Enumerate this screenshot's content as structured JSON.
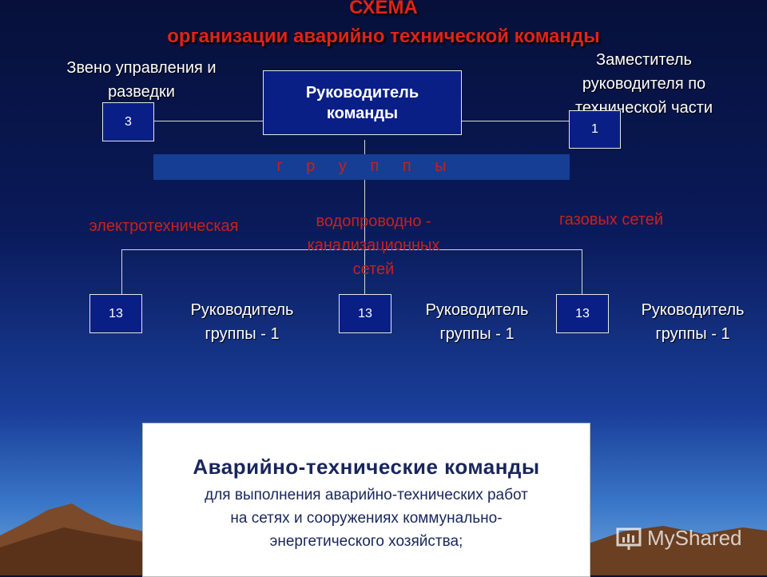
{
  "title": {
    "line1": "СХЕМА",
    "line2": "организации аварийно технической команды"
  },
  "leader": {
    "line1": "Руководитель",
    "line2": "команды"
  },
  "left_unit": {
    "label_line1": "Звено управления и",
    "label_line2": "разведки",
    "number": "3"
  },
  "right_unit": {
    "label_line1": "Заместитель",
    "label_line2": "руководителя по",
    "label_line3": "технической части",
    "number": "1"
  },
  "groups_bar": "г р у п п ы",
  "groups": [
    {
      "name_line1": "электротехническая",
      "name_line2": "",
      "name_line3": "",
      "number": "13",
      "leader_line1": "Руководитель",
      "leader_line2": "группы - 1"
    },
    {
      "name_line1": "водопроводно -",
      "name_line2": "канализационных",
      "name_line3": "сетей",
      "number": "13",
      "leader_line1": "Руководитель",
      "leader_line2": "группы - 1"
    },
    {
      "name_line1": "газовых сетей",
      "name_line2": "",
      "name_line3": "",
      "number": "13",
      "leader_line1": "Руководитель",
      "leader_line2": "группы - 1"
    }
  ],
  "info": {
    "title": "Аварийно-технические команды",
    "line1": "для выполнения аварийно-технических работ",
    "line2": "на сетях и сооружениях коммунально-",
    "line3": "энергетического хозяйства;"
  },
  "watermark": "MyShared",
  "colors": {
    "title_red": "#e0231b",
    "box_fill": "#0a1f86",
    "groups_bar": "#163e94",
    "text_dark": "#19265c"
  }
}
